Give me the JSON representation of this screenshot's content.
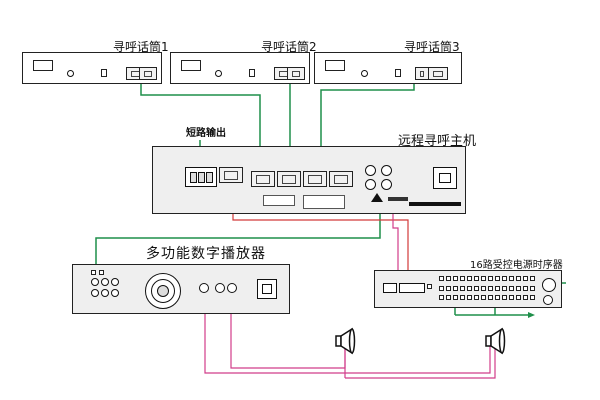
{
  "pager1": {
    "title": "寻呼话筒1"
  },
  "pager2": {
    "title": "寻呼话筒2"
  },
  "pager3": {
    "title": "寻呼话筒3"
  },
  "host": {
    "title": "远程寻呼主机"
  },
  "short_output": {
    "label": "短路输出"
  },
  "player": {
    "title": "多功能数字播放器"
  },
  "sequencer": {
    "title": "16路受控电源时序器"
  },
  "colors": {
    "green_wire": "#1f8f4a",
    "pink_wire": "#d13d8a",
    "red_wire": "#d23a3a"
  },
  "icons": [
    "power-switch-icon",
    "rj45-port-icon",
    "rca-jack-icon",
    "fan-grille-icon",
    "power-socket-icon",
    "speaker-icon",
    "knob-icon"
  ]
}
